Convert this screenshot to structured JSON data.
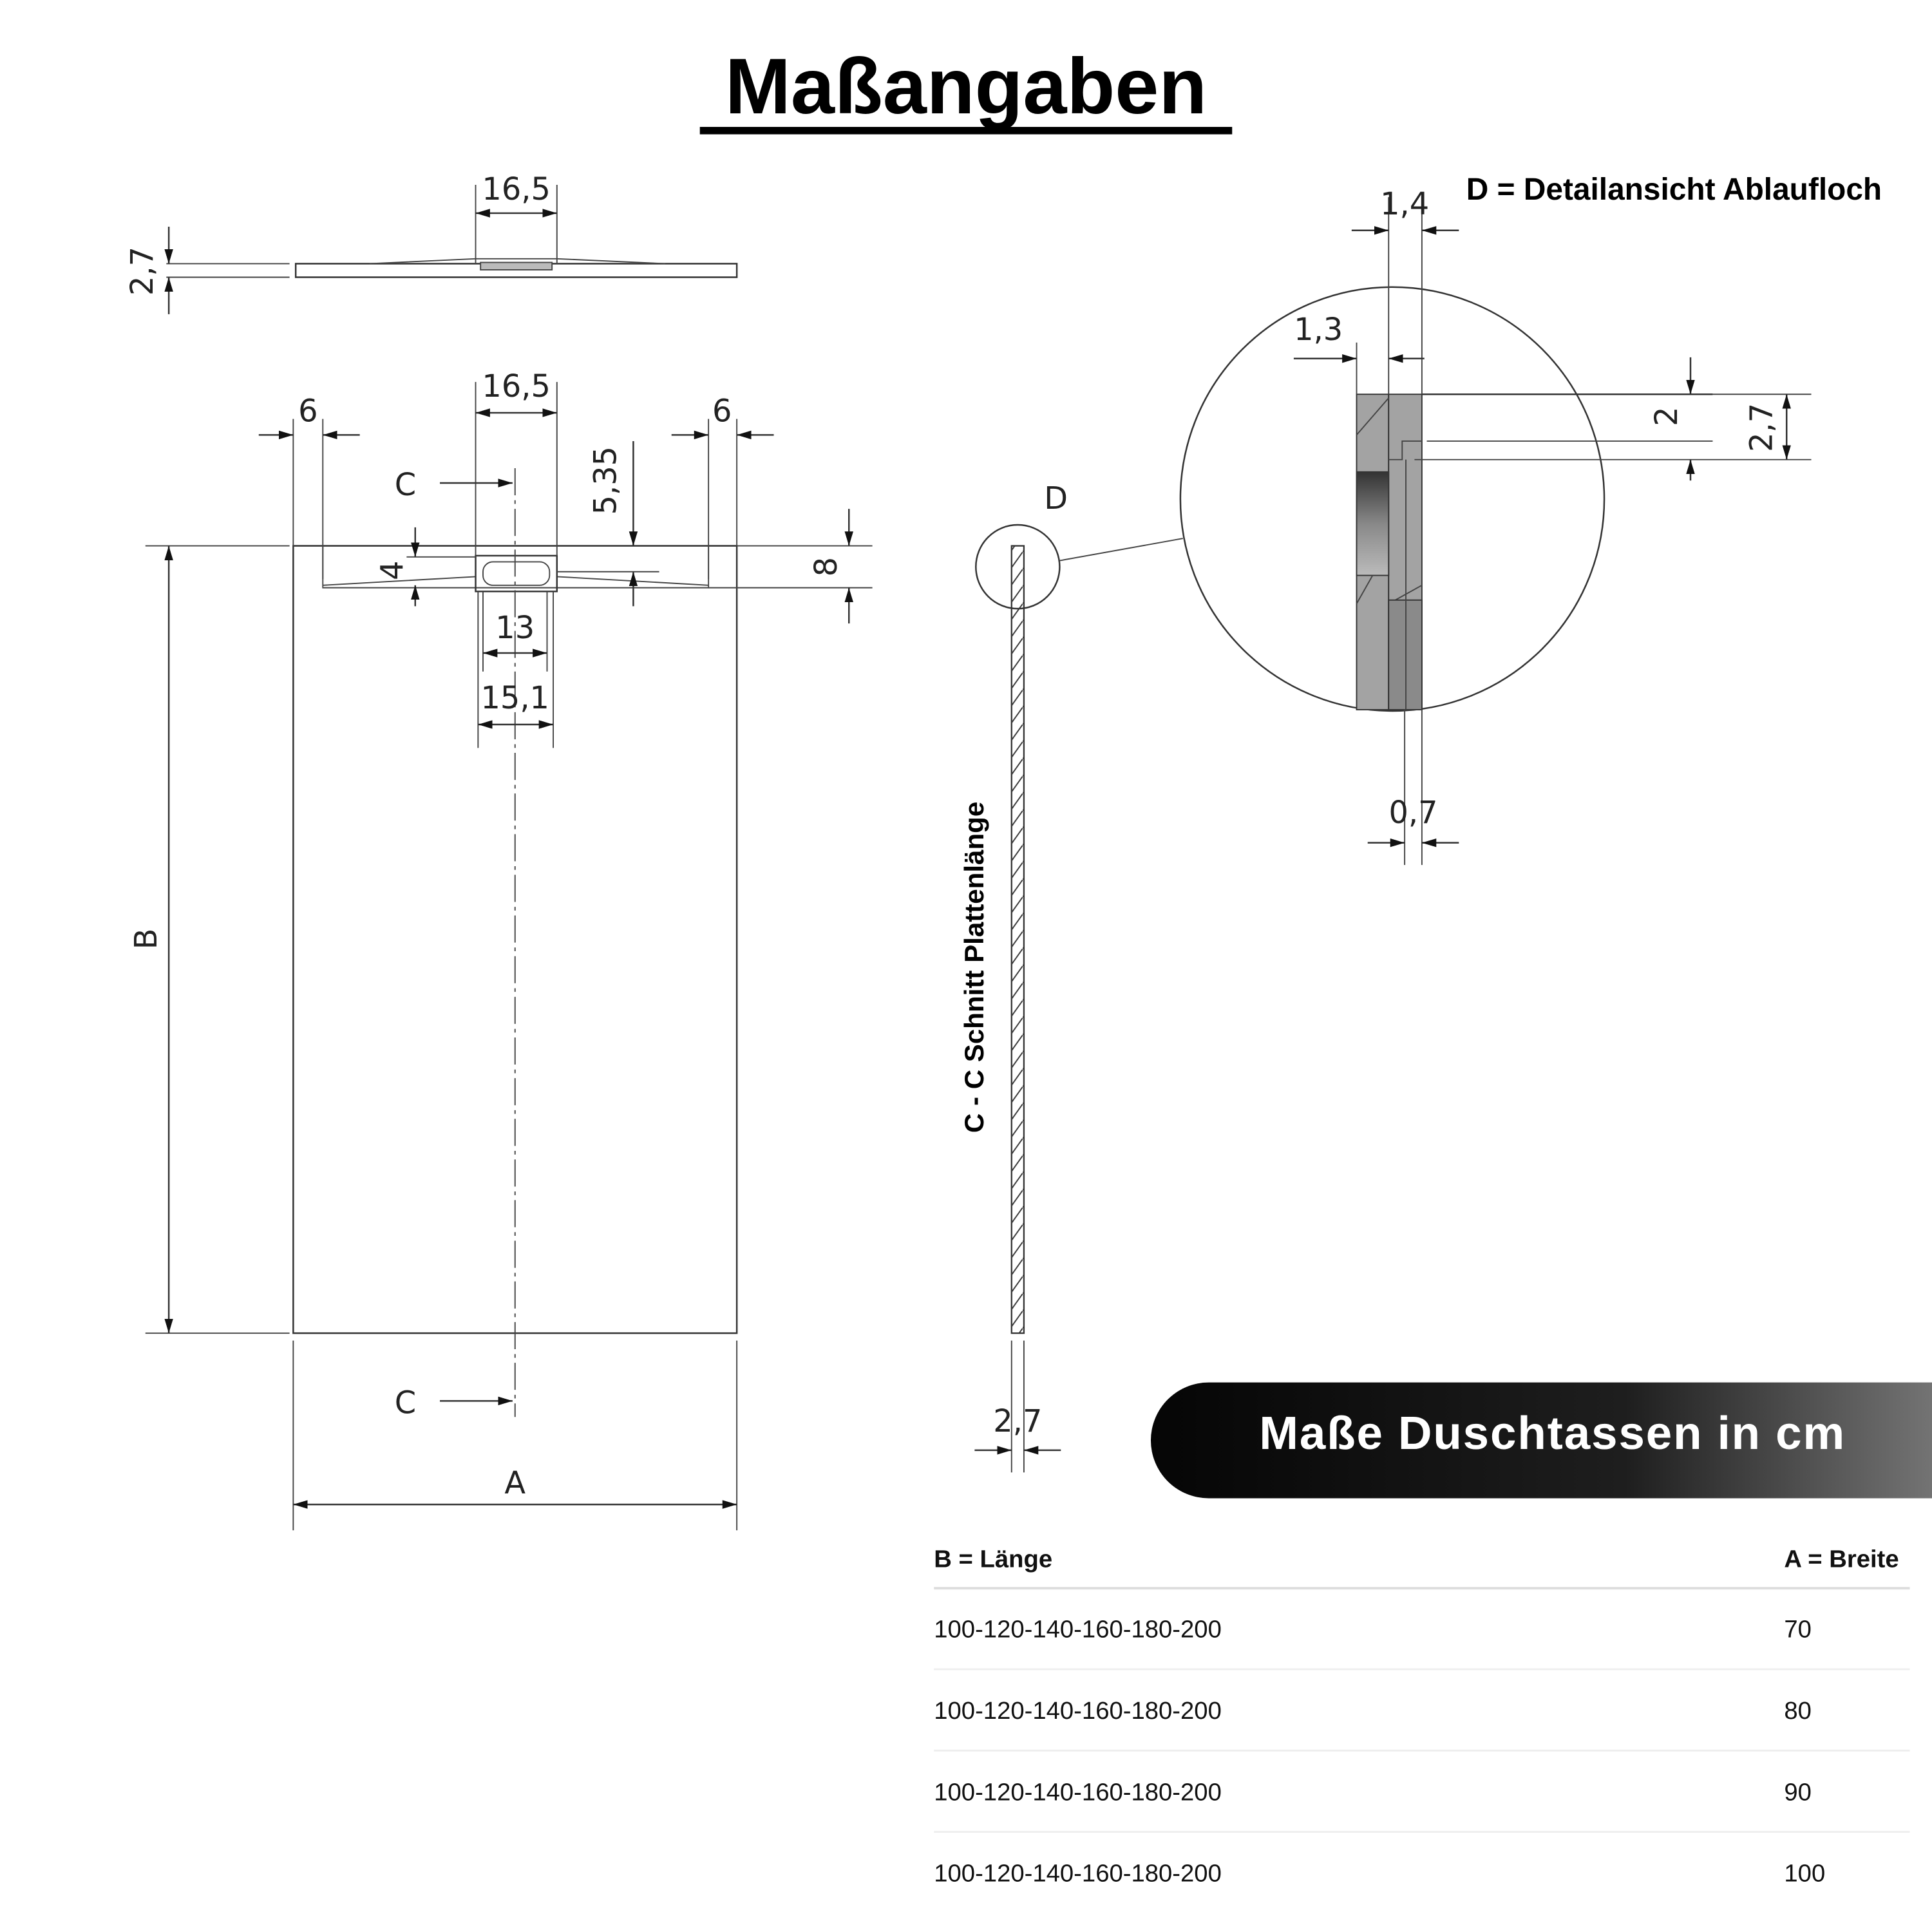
{
  "title": "Maßangaben",
  "detail_caption": "D = Detailansicht Ablaufloch",
  "section_caption": "C - C Schnitt Plattenlänge",
  "side_view": {
    "thickness": "2,7",
    "drain_width": "16,5"
  },
  "plan_view": {
    "margin_left": "6",
    "margin_right": "6",
    "drain_width": "16,5",
    "gutter_depth": "5,35",
    "gutter_height": "8",
    "edge_offset": "4",
    "drain_inner": "13",
    "drain_outer": "15,1",
    "length_label": "B",
    "width_label": "A",
    "section_marker": "C"
  },
  "section_view": {
    "detail_label": "D",
    "thickness": "2,7"
  },
  "detail_view": {
    "dim_top": "1,4",
    "dim_left": "1,3",
    "dim_inner": "2",
    "dim_total": "2,7",
    "dim_bottom": "0,7"
  },
  "banner": {
    "text": "Maße Duschtassen in cm"
  },
  "table": {
    "headers": [
      "B = Länge",
      "A = Breite"
    ],
    "rows": [
      [
        "100-120-140-160-180-200",
        "70"
      ],
      [
        "100-120-140-160-180-200",
        "80"
      ],
      [
        "100-120-140-160-180-200",
        "90"
      ],
      [
        "100-120-140-160-180-200",
        "100"
      ]
    ]
  }
}
